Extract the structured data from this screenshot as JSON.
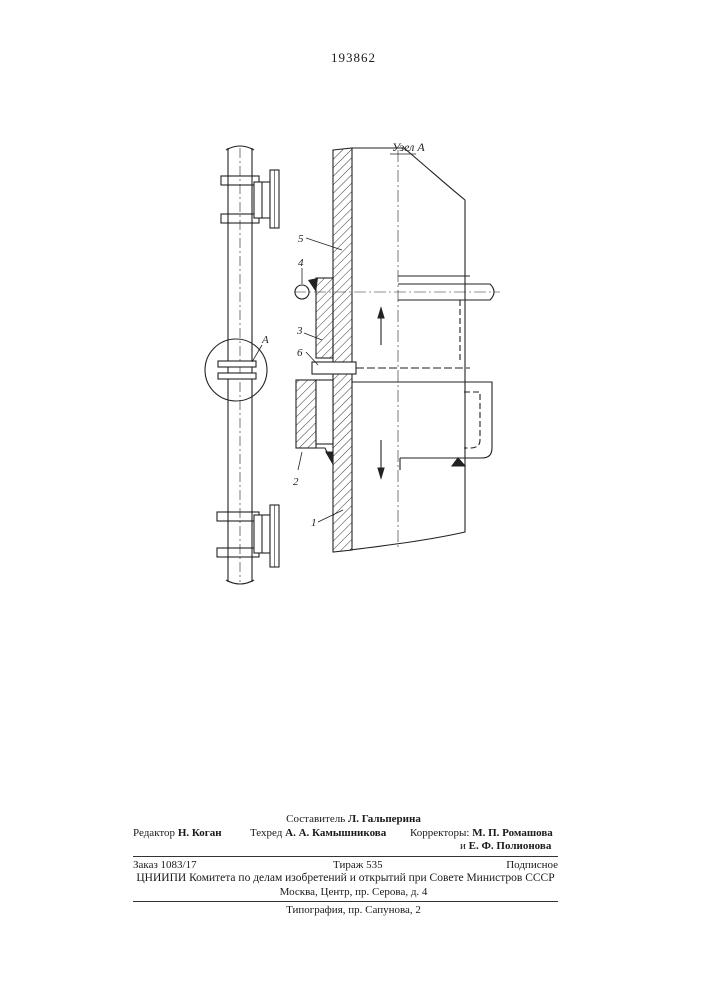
{
  "patent_number": "193862",
  "figure": {
    "detail_label": "Узел А",
    "callout_label": "А",
    "part_labels": {
      "p1": "1",
      "p2": "2",
      "p3": "3",
      "p4": "4",
      "p5": "5",
      "p6": "6"
    }
  },
  "credits": {
    "compiler_label": "Составитель",
    "compiler_name": "Л. Гальперина",
    "editor_label": "Редактор",
    "editor_name": "Н. Коган",
    "techred_label": "Техред",
    "techred_name": "А. А. Камышникова",
    "correctors_label": "Корректоры:",
    "corrector_1": "М. П. Ромашова",
    "corrector_2_prefix": "и",
    "corrector_2": "Е. Ф. Полионова"
  },
  "publication": {
    "order": "Заказ 1083/17",
    "circulation": "Тираж 535",
    "subscription": "Подписное",
    "institute": "ЦНИИПИ Комитета по делам изобретений и открытий при Совете Министров СССР",
    "address": "Москва, Центр, пр. Серова, д. 4",
    "printer": "Типография, пр. Сапунова, 2"
  }
}
